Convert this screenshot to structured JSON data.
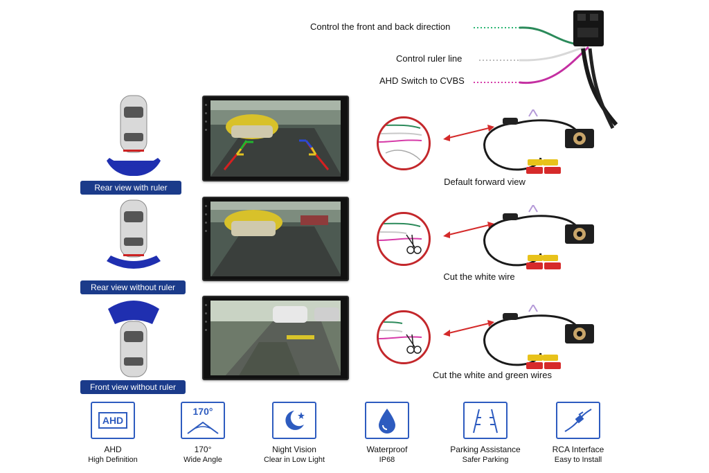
{
  "wires": {
    "labels": [
      {
        "text": "Control the front and back direction",
        "color": "#2bb673"
      },
      {
        "text": "Control ruler line",
        "color": "#bbbbbb"
      },
      {
        "text": "AHD Switch to CVBS",
        "color": "#d63ba8"
      }
    ]
  },
  "modes": [
    {
      "badge": "Rear view with ruler",
      "caption": "Default forward view",
      "cut": "none"
    },
    {
      "badge": "Rear view without ruler",
      "caption": "Cut the white wire",
      "cut": "white"
    },
    {
      "badge": "Front view without ruler",
      "caption": "Cut the white and green wires",
      "cut": "white-green"
    }
  ],
  "features": [
    {
      "icon": "ahd-icon",
      "icon_text": "AHD",
      "title": "AHD",
      "subtitle": "High Definition"
    },
    {
      "icon": "wide-angle-icon",
      "icon_text": "170°",
      "title": "170°",
      "subtitle": "Wide Angle"
    },
    {
      "icon": "night-vision-icon",
      "icon_text": "",
      "title": "Night Vision",
      "subtitle": "Clear in Low Light"
    },
    {
      "icon": "waterproof-icon",
      "icon_text": "",
      "title": "Waterproof",
      "subtitle": "IP68"
    },
    {
      "icon": "parking-assistance-icon",
      "icon_text": "",
      "title": "Parking Assistance",
      "subtitle": "Safer Parking"
    },
    {
      "icon": "rca-interface-icon",
      "icon_text": "",
      "title": "RCA Interface",
      "subtitle": "Easy to Install"
    }
  ],
  "colors": {
    "badge": "#1b3b8a",
    "icon_blue": "#2d5bbf",
    "arrow_red": "#d42a2a",
    "view_fan": "#1f2fb0"
  }
}
